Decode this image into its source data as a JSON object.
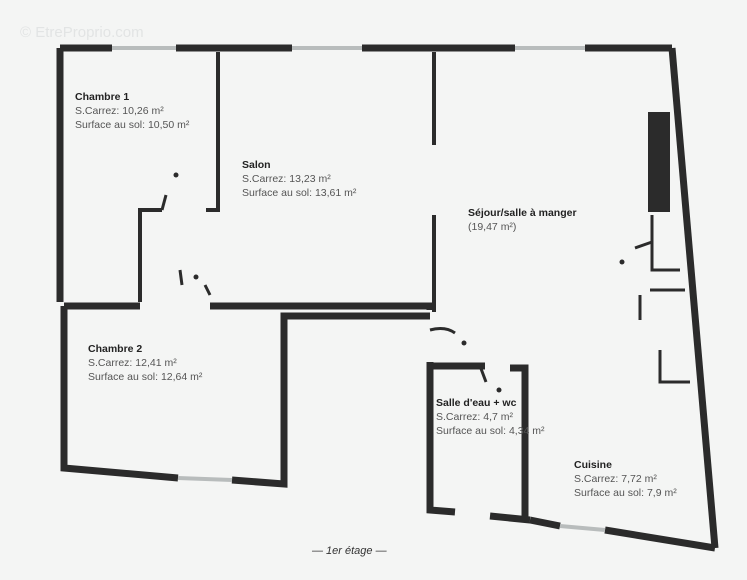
{
  "watermark": "© EtreProprio.com",
  "floor_label": "— 1er étage —",
  "rooms": [
    {
      "name": "Chambre 1",
      "carrez": "S.Carrez: 10,26 m²",
      "floor": "Surface au sol: 10,50 m²"
    },
    {
      "name": "Salon",
      "carrez": "S.Carrez: 13,23 m²",
      "floor": "Surface au sol: 13,61 m²"
    },
    {
      "name": "Séjour/salle à manger",
      "carrez": "(19,47 m²)"
    },
    {
      "name": "Chambre 2",
      "carrez": "S.Carrez: 12,41 m²",
      "floor": "Surface au sol: 12,64 m²"
    },
    {
      "name": "Salle d'eau + wc",
      "carrez": "S.Carrez: 4,7 m²",
      "floor": "Surface au sol: 4,34 m²"
    },
    {
      "name": "Cuisine",
      "carrez": "S.Carrez: 7,72 m²",
      "floor": "Surface au sol: 7,9 m²"
    }
  ],
  "colors": {
    "wall": "#2b2b2b",
    "window": "#b8bcbc",
    "background": "#f4f5f4"
  }
}
